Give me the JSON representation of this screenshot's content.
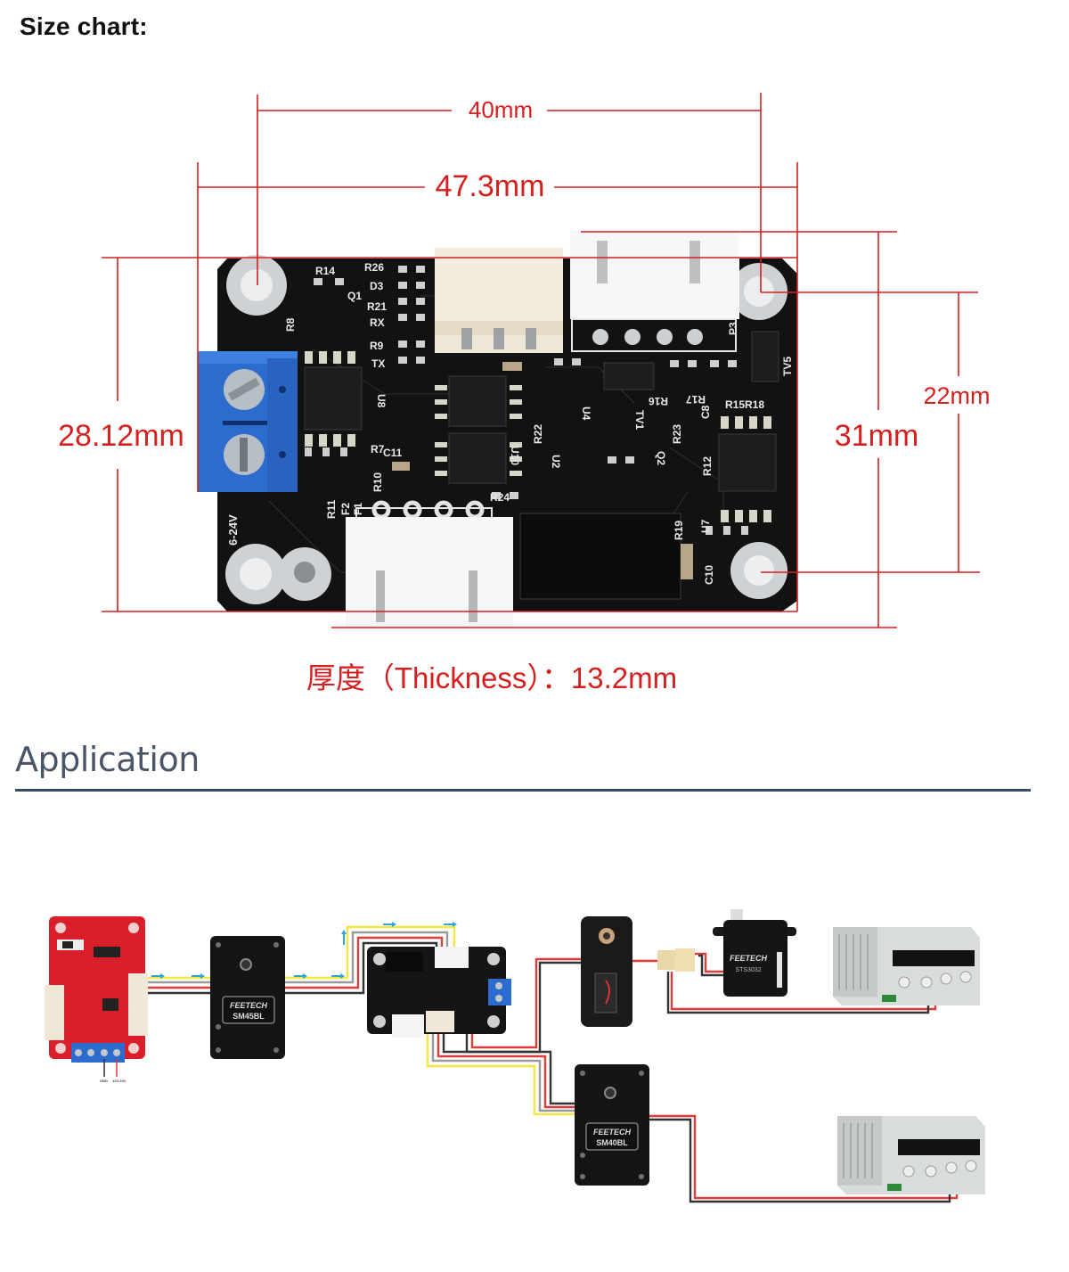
{
  "size_chart": {
    "heading": "Size chart:",
    "dimensions": {
      "hole_spacing_width": "40mm",
      "board_width": "47.3mm",
      "board_height": "28.12mm",
      "overall_height": "31mm",
      "hole_spacing_height": "22mm"
    },
    "thickness_label": "厚度（Thickness）：13.2mm",
    "pcb_silkscreen": {
      "labels": [
        "R14",
        "R26",
        "D3",
        "R21",
        "RX",
        "R9",
        "TX",
        "Q1",
        "R8",
        "U8",
        "C11",
        "R7",
        "R10",
        "R11",
        "F2",
        "F1",
        "R24",
        "U10",
        "U2",
        "R22",
        "U4",
        "TV1",
        "R23",
        "Q2",
        "R12",
        "C8",
        "R15R18",
        "R17",
        "R16",
        "TV5",
        "P3",
        "U7",
        "R19",
        "C10",
        "6-24V"
      ]
    },
    "colors": {
      "dimension_line": "#d61f1f",
      "pcb": "#111111",
      "terminal_block": "#2f6fd6",
      "connector": "#f4f1ea"
    }
  },
  "application": {
    "heading": "Application",
    "devices": {
      "controller_board": "servo driver board (red)",
      "servo_1_label": "SM45BL",
      "servo_1_brand": "FEETECH",
      "adapter_board": "signal converter board",
      "servo_2_label": "STS3032",
      "servo_2_brand": "FEETECH",
      "servo_3_label": "SM40BL",
      "servo_3_brand": "FEETECH",
      "power_supply_1": "DC power supply",
      "power_supply_2": "DC power supply",
      "red_board_terminals": [
        "GND",
        "12V-24V"
      ]
    },
    "wire_colors": {
      "signal": "#f5e642",
      "power": "#e23b3b",
      "ground": "#333333",
      "data": "#9a9a9a",
      "arrow": "#2aa6e0"
    }
  }
}
